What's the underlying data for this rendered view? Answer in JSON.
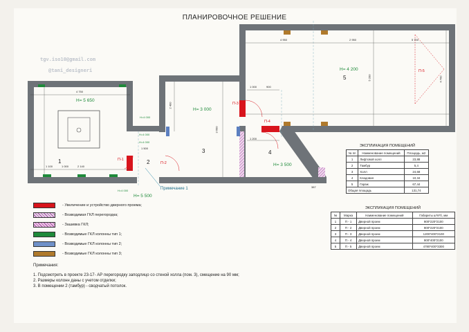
{
  "title": "ПЛАНИРОВОЧНОЕ РЕШЕНИЕ",
  "credits": {
    "email": "tgv.iso10@gmail.com",
    "handle": "@tani_designeri"
  },
  "colors": {
    "wall": "#6e7378",
    "red": "#d8141c",
    "green": "#1f8a3a",
    "blue": "#5c7fc0",
    "brown": "#b07a2c",
    "purple": "#cc88cc"
  },
  "rooms": {
    "r1": "1",
    "r2": "2",
    "r3": "3",
    "r4": "4",
    "r5": "5"
  },
  "heights": {
    "h1": "H= 5 650",
    "h3": "H= 3 000",
    "h4": "H= 3 500",
    "h5": "H= 4 200",
    "hbot": "H= 5 500",
    "ha": "H=4 000",
    "hb": "H=4 000",
    "hc": "H=4 000",
    "hd": "H=4 000"
  },
  "doors": {
    "p1": "П-1",
    "p2": "П-2",
    "p3": "П-3",
    "p4": "П-4",
    "p5": "П-5"
  },
  "note_callout": "Примечание 1",
  "dims": {
    "d4750": "4 750",
    "d1100": "1 100",
    "d1000a": "1 000",
    "d2140": "2 140",
    "d1500": "1 500",
    "d4950": "4 950",
    "d2950": "2 950",
    "d5700": "5 700",
    "d1000b": "1 000",
    "d900": "900",
    "d1200": "1 200",
    "d387": "387",
    "d5200": "5 200",
    "d3600": "3 600",
    "d2400": "2 400",
    "d4700": "4 700"
  },
  "legend": [
    {
      "label": "- Увеличение и устройство дверного проема;",
      "color": "#d8141c",
      "pattern": false
    },
    {
      "label": "- Возводимая ГКЛ перегородка;",
      "color": "#ead7ea",
      "pattern": true
    },
    {
      "label": "- Зашивка ГКЛ;",
      "color": "#f0c8e8",
      "pattern": true
    },
    {
      "label": "- Возводимые ГКЛ колонны тип 1;",
      "color": "#1f8a3a",
      "pattern": false
    },
    {
      "label": "- Возводимые ГКЛ колонны тип 2;",
      "color": "#6f90c8",
      "pattern": false
    },
    {
      "label": "- Возводимые ГКЛ колонны тип 3;",
      "color": "#b07a2c",
      "pattern": false
    }
  ],
  "notes": {
    "heading": "Примечания:",
    "items": [
      "1. Подсмотреть в проекте 23-17- АР перегородку заподлицо со стеной холла (пом. 3), смещение на 90 мм;",
      "2. Размеры колонн даны с учетом отделки;",
      "3. В помещении 2 (тамбур) - сводчатый потолок."
    ]
  },
  "rooms_table": {
    "caption": "ЭКСПЛИКАЦИЯ ПОМЕЩЕНИЙ",
    "headers": [
      "№ пп",
      "Наименование помещений",
      "Площадь, м2"
    ],
    "rows": [
      [
        "1",
        "Лифтовой холл",
        "23,88"
      ],
      [
        "2",
        "Тамбур",
        "5,4"
      ],
      [
        "3",
        "Холл",
        "24,68"
      ],
      [
        "4",
        "Кладовая",
        "10,34"
      ],
      [
        "5",
        "Гараж",
        "67,44"
      ]
    ],
    "total_label": "Общая площадь",
    "total_value": "131,74"
  },
  "doors_table": {
    "caption": "ЭКСПЛИКАЦИЯ ПОМЕЩЕНИЙ",
    "headers": [
      "№",
      "Марка",
      "Наименование помещений",
      "Габариты ш*в*б, мм"
    ],
    "rows": [
      [
        "1",
        "П - 1",
        "Дверной проем",
        "900*220*2100"
      ],
      [
        "2",
        "П - 2",
        "Дверной проем",
        "900*220*2100"
      ],
      [
        "3",
        "П - 3",
        "Дверной проем",
        "1200*400*2100"
      ],
      [
        "4",
        "П - 4",
        "Дверной проем",
        "900*400*2100"
      ],
      [
        "5",
        "П - 5",
        "Дверной проем",
        "4780*400*3300"
      ]
    ]
  }
}
